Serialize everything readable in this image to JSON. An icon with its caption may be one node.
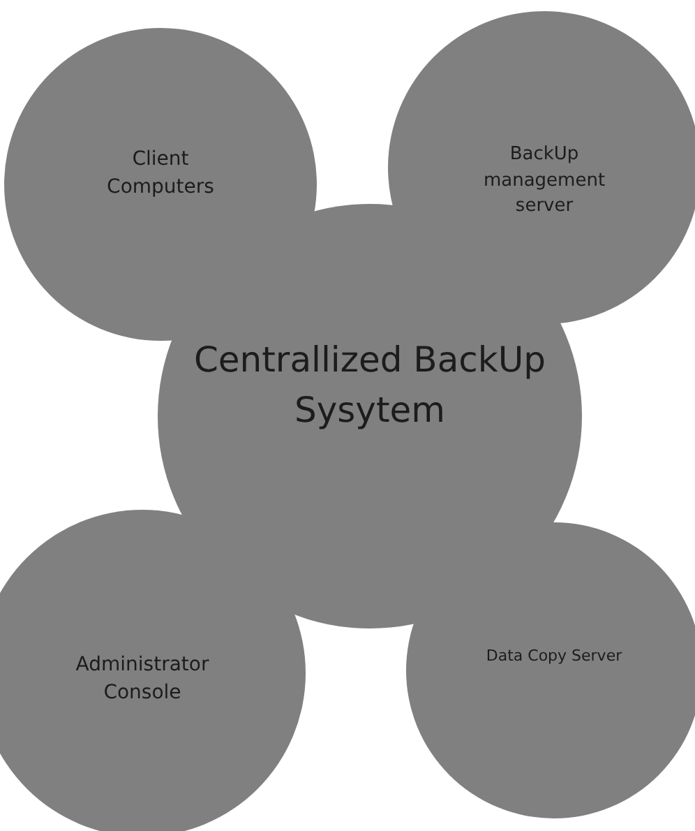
{
  "diagram": {
    "nodes": [
      {
        "text": [
          "Client Computers"
        ]
      },
      {
        "text": [
          "BackUp management server"
        ]
      },
      {
        "text": [
          "Centrallized BackUp Sysytem"
        ]
      },
      {
        "text": [
          "Administrator Console"
        ]
      },
      {
        "text": [
          "Data Copy Server"
        ]
      }
    ]
  }
}
